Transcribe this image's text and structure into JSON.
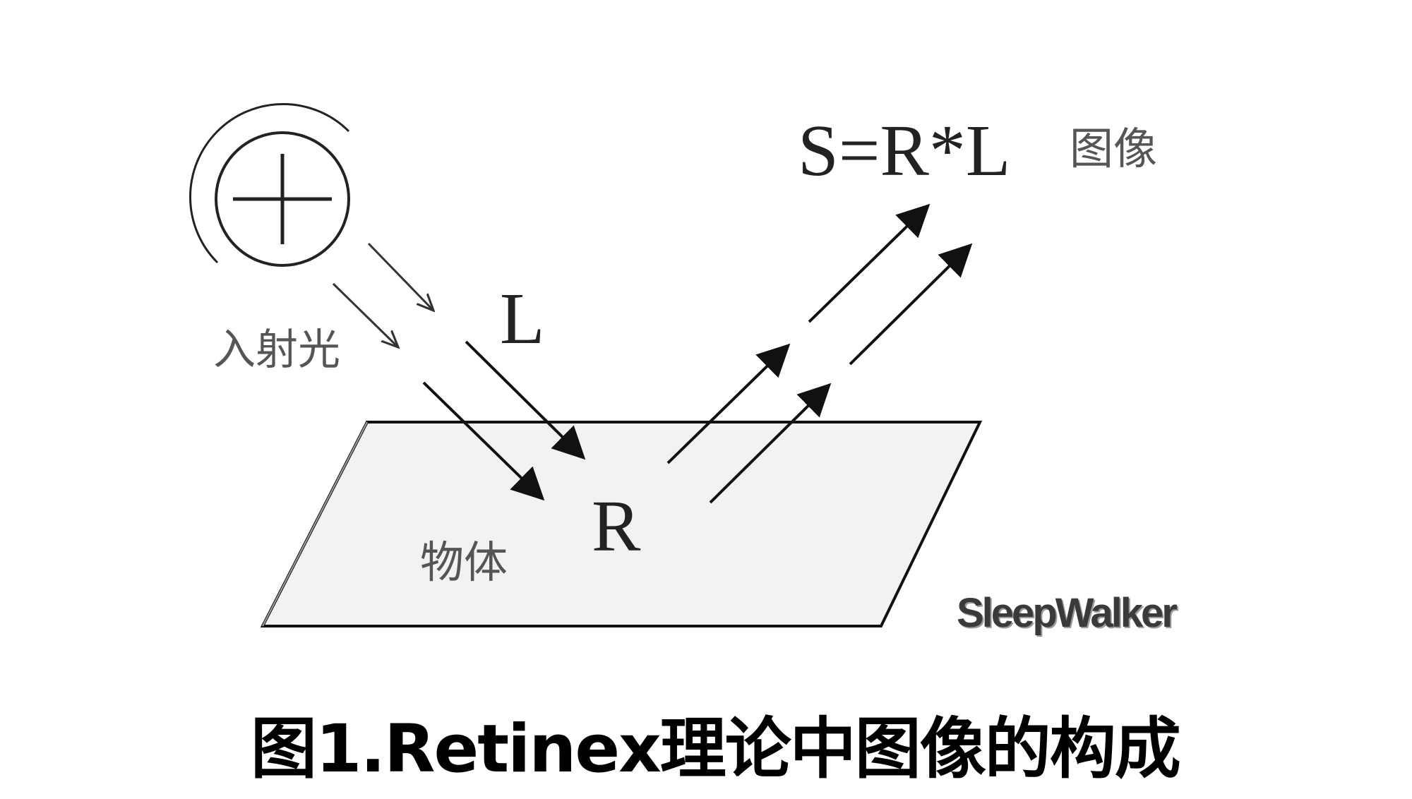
{
  "diagram": {
    "formula": "S=R*L",
    "image_label": "图像",
    "illumination_symbol": "L",
    "reflectance_symbol": "R",
    "incident_light_label": "入射光",
    "object_label": "物体",
    "watermark": "SleepWalker",
    "caption": "图1.Retinex理论中图像的构成",
    "colors": {
      "stroke": "#111111",
      "plane_fill": "#f3f3f3",
      "label_gray": "#555555"
    },
    "icons": [
      "light-source-icon"
    ]
  }
}
